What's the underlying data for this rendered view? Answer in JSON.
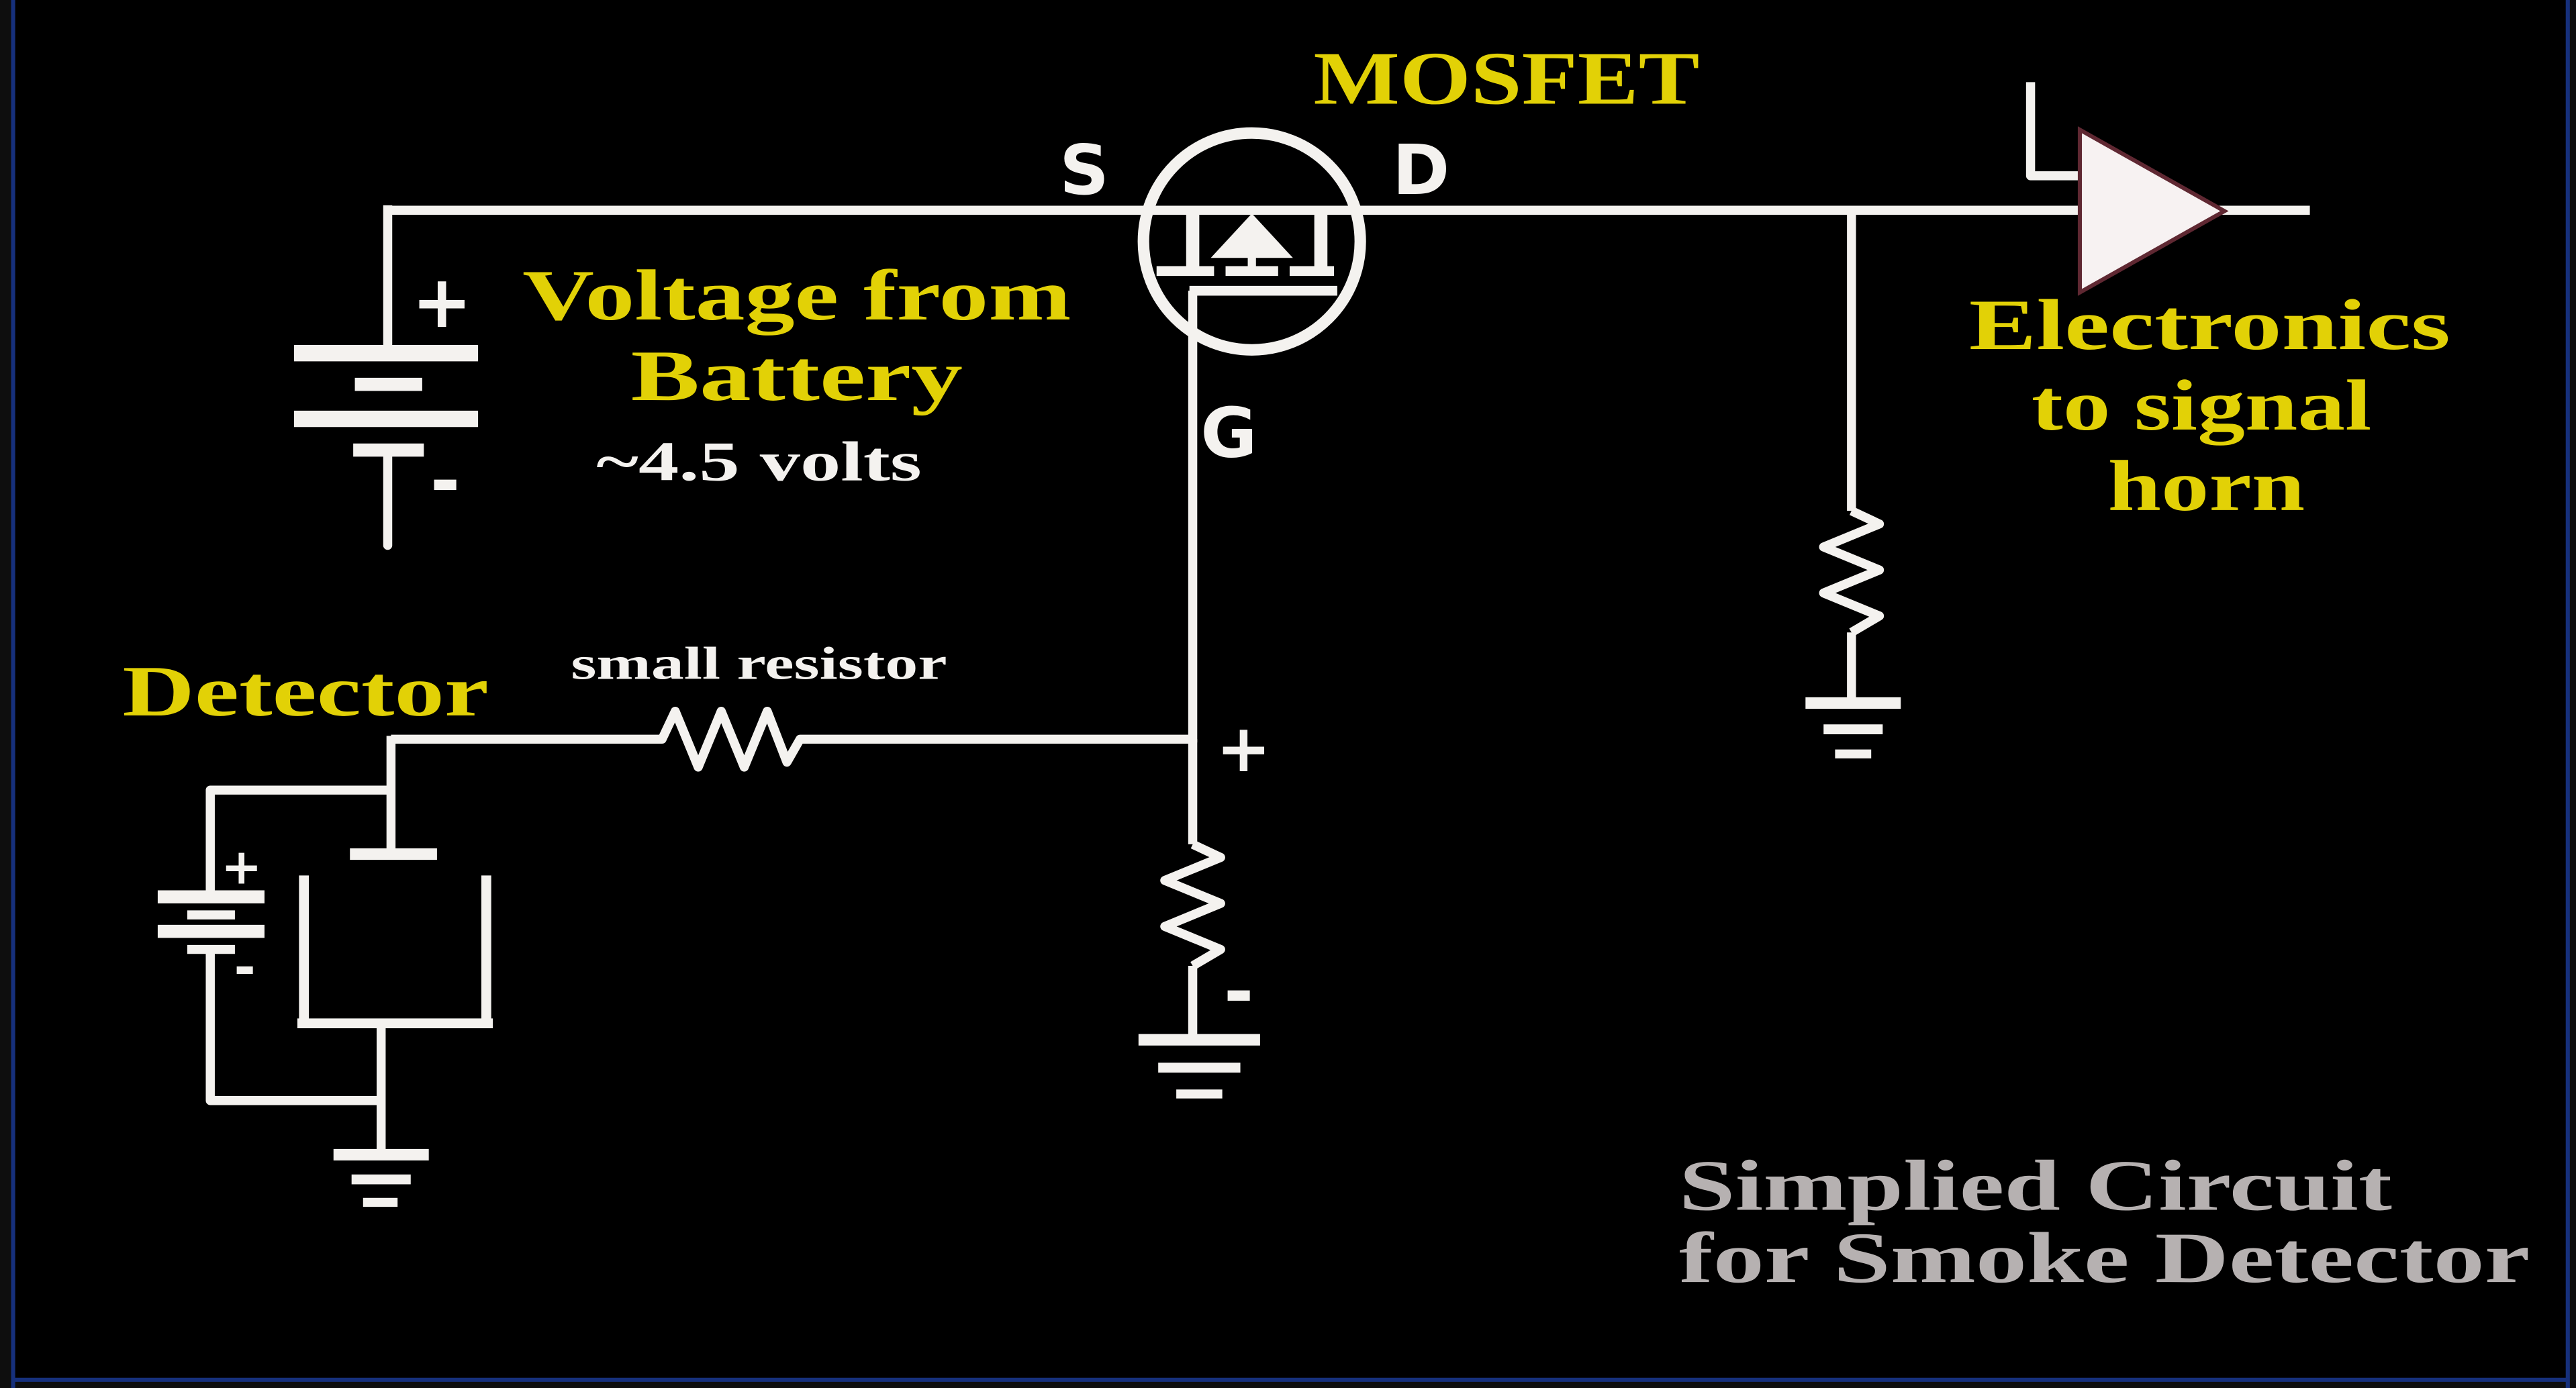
{
  "page": {
    "background": "#0e0e0e",
    "canvas": "#000000",
    "frame_line": "#16307c"
  },
  "colors": {
    "wire": "#f4f2ef",
    "accent": "#e2d106",
    "caption": "#b6b1b1",
    "triangle_fill": "#f7f2f2",
    "triangle_edge": "#5f2832"
  },
  "labels": {
    "mosfet": "MOSFET",
    "source": "S",
    "drain": "D",
    "gate": "G",
    "voltage_line1": "Voltage from",
    "voltage_line2": "Battery",
    "battery_voltage": "~4.5 volts",
    "detector": "Detector",
    "small_resistor": "small resistor",
    "electronics_line1": "Electronics",
    "electronics_line2": "to signal",
    "electronics_line3": "horn",
    "caption_line1": "Simplied Circuit",
    "caption_line2": "for Smoke Detector",
    "plus": "+",
    "minus": "-"
  }
}
